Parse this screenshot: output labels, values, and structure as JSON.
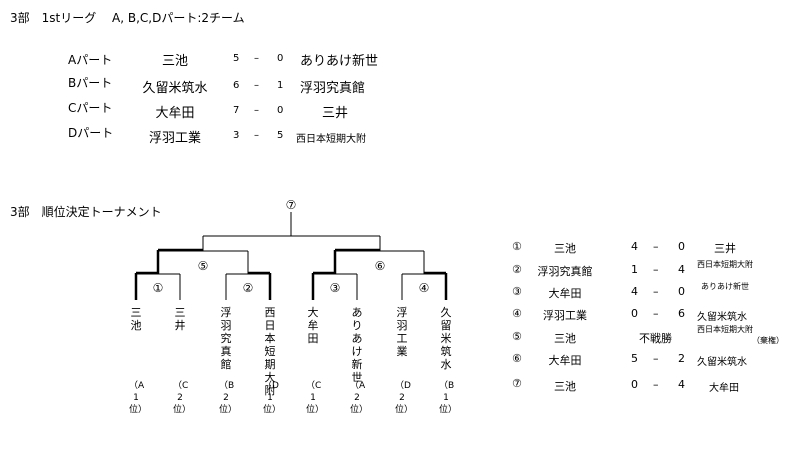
{
  "league": {
    "title": "3部　1stリーグ　 A, B,C,Dパート:2チーム",
    "rows": [
      {
        "part": "Aパート",
        "home": "三池",
        "s1": "5",
        "dash": "–",
        "s2": "0",
        "away": "ありあけ新世"
      },
      {
        "part": "Bパート",
        "home": "久留米筑水",
        "s1": "6",
        "dash": "–",
        "s2": "1",
        "away": "浮羽究真館"
      },
      {
        "part": "Cパート",
        "home": "大牟田",
        "s1": "7",
        "dash": "–",
        "s2": "0",
        "away": "三井"
      },
      {
        "part": "Dパート",
        "home": "浮羽工業",
        "s1": "3",
        "dash": "–",
        "s2": "5",
        "away": "西日本短期大附"
      }
    ]
  },
  "tournament": {
    "title": "3部　順位決定トーナメント",
    "final_label": "⑦",
    "semi_labels": [
      "⑤",
      "⑥"
    ],
    "first_labels": [
      "①",
      "②",
      "③",
      "④"
    ],
    "teams": [
      {
        "name": "三池",
        "seed": "（A1位）"
      },
      {
        "name": "三井",
        "seed": "（C2位）"
      },
      {
        "name": "浮羽究真館",
        "seed": "（B2位）"
      },
      {
        "name": "西日本短期大附",
        "seed": "（D1位）"
      },
      {
        "name": "大牟田",
        "seed": "（C1位）"
      },
      {
        "name": "ありあけ新世",
        "seed": "（A2位）"
      },
      {
        "name": "浮羽工業",
        "seed": "（D2位）"
      },
      {
        "name": "久留米筑水",
        "seed": "（B1位）"
      }
    ]
  },
  "results": [
    {
      "no": "①",
      "t1": "三池",
      "s1": "4",
      "dash": "–",
      "s2": "0",
      "t2": "三井",
      "note": ""
    },
    {
      "no": "②",
      "t1": "浮羽究真館",
      "s1": "1",
      "dash": "–",
      "s2": "4",
      "t2": "西日本短期大附",
      "note": ""
    },
    {
      "no": "③",
      "t1": "大牟田",
      "s1": "4",
      "dash": "–",
      "s2": "0",
      "t2": "ありあけ新世",
      "note": ""
    },
    {
      "no": "④",
      "t1": "浮羽工業",
      "s1": "0",
      "dash": "–",
      "s2": "6",
      "t2": "久留米筑水",
      "note": ""
    },
    {
      "no": "⑤",
      "t1": "三池",
      "mid": "不戦勝",
      "t2": "西日本短期大附",
      "note": "（棄権）"
    },
    {
      "no": "⑥",
      "t1": "大牟田",
      "s1": "5",
      "dash": "–",
      "s2": "2",
      "t2": "久留米筑水",
      "note": ""
    },
    {
      "no": "⑦",
      "t1": "三池",
      "s1": "0",
      "dash": "–",
      "s2": "4",
      "t2": "大牟田",
      "note": ""
    }
  ]
}
